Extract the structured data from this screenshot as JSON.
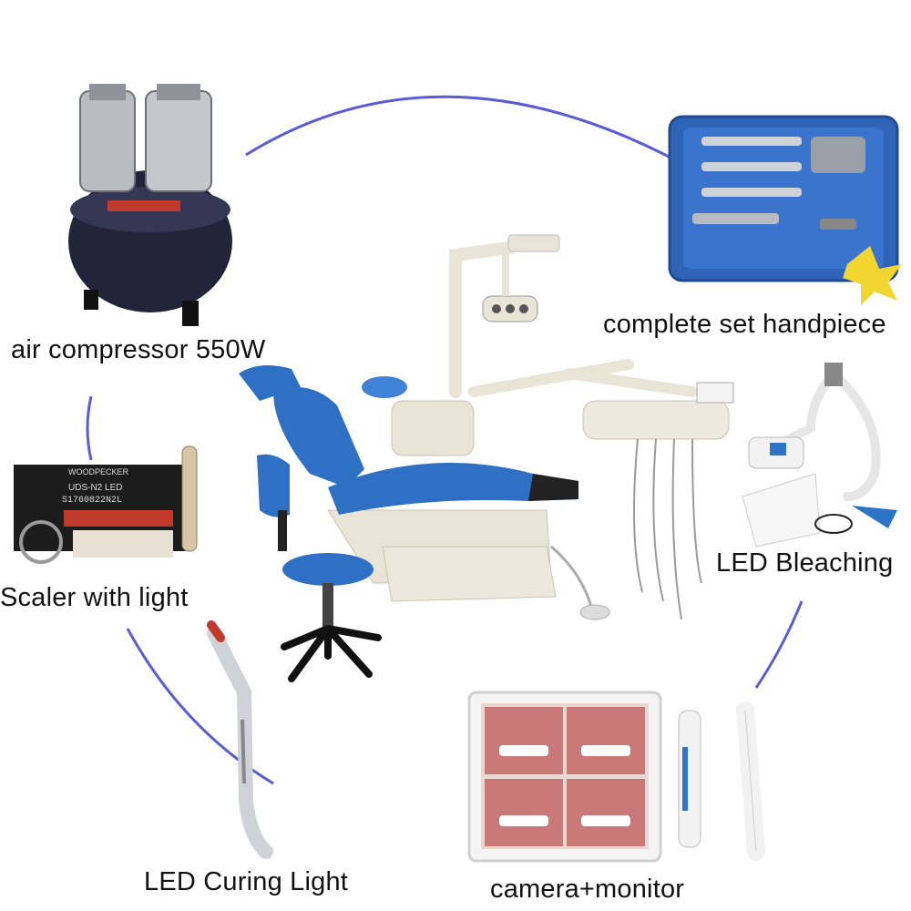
{
  "labels": {
    "air_compressor": "air compressor 550W",
    "handpiece": "complete set handpiece",
    "bleaching": "LED Bleaching",
    "scaler": "Scaler with light",
    "curing_light": "LED Curing  Light",
    "camera_monitor": "camera+monitor"
  },
  "scaler_box_text": {
    "brand": "WOODPECKER",
    "model": "UDS-N2 LED",
    "serial": "S1760822N2L"
  },
  "colors": {
    "ring": "#5b5bd6",
    "chair_blue": "#2f6fc4",
    "case_blue": "#2f63b8",
    "compressor_tank": "#22243a",
    "cream": "#e8e4d6"
  }
}
